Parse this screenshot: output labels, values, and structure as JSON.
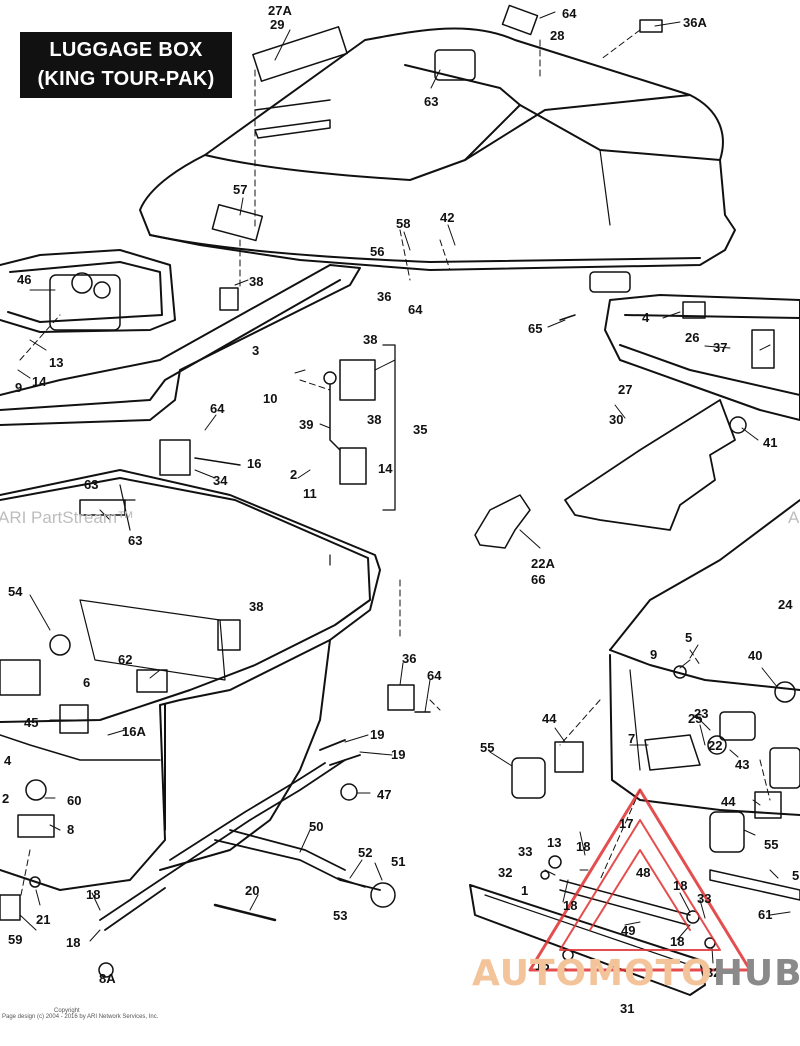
{
  "title": {
    "line1": "LUGGAGE BOX",
    "line2": "(KING TOUR-PAK)"
  },
  "watermarks": {
    "left": "ARI PartStream™",
    "right": "A"
  },
  "copyright": {
    "line1": "Copyright",
    "line2": "Page design (c) 2004 - 2016 by ARI Network Services, Inc."
  },
  "brand": {
    "part1": "AUTOMOTO",
    "part2": "HUB"
  },
  "colors": {
    "line": "#111111",
    "brand_orange": "#f3c39a",
    "brand_gray": "#8a8a8a",
    "logo_red": "#e03030"
  },
  "callouts": [
    {
      "id": "c27a",
      "text": "27A"
    },
    {
      "id": "c29",
      "text": "29"
    },
    {
      "id": "c64a",
      "text": "64"
    },
    {
      "id": "c28",
      "text": "28"
    },
    {
      "id": "c36a",
      "text": "36A"
    },
    {
      "id": "c63a",
      "text": "63"
    },
    {
      "id": "c57",
      "text": "57"
    },
    {
      "id": "c58",
      "text": "58"
    },
    {
      "id": "c42",
      "text": "42"
    },
    {
      "id": "c56",
      "text": "56"
    },
    {
      "id": "c46",
      "text": "46"
    },
    {
      "id": "c38a",
      "text": "38"
    },
    {
      "id": "c36b",
      "text": "36"
    },
    {
      "id": "c64b",
      "text": "64"
    },
    {
      "id": "c13a",
      "text": "13"
    },
    {
      "id": "c14a",
      "text": "14"
    },
    {
      "id": "c9a",
      "text": "9"
    },
    {
      "id": "c3",
      "text": "3"
    },
    {
      "id": "c10",
      "text": "10"
    },
    {
      "id": "c38b",
      "text": "38"
    },
    {
      "id": "c39",
      "text": "39"
    },
    {
      "id": "c38c",
      "text": "38"
    },
    {
      "id": "c35",
      "text": "35"
    },
    {
      "id": "c2a",
      "text": "2"
    },
    {
      "id": "c11",
      "text": "11"
    },
    {
      "id": "c14b",
      "text": "14"
    },
    {
      "id": "c64c",
      "text": "64"
    },
    {
      "id": "c16",
      "text": "16"
    },
    {
      "id": "c34",
      "text": "34"
    },
    {
      "id": "c65",
      "text": "65"
    },
    {
      "id": "c4a",
      "text": "4"
    },
    {
      "id": "c26",
      "text": "26"
    },
    {
      "id": "c37",
      "text": "37"
    },
    {
      "id": "c27",
      "text": "27"
    },
    {
      "id": "c30",
      "text": "30"
    },
    {
      "id": "c41",
      "text": "41"
    },
    {
      "id": "c63b",
      "text": "63"
    },
    {
      "id": "c63c",
      "text": "63"
    },
    {
      "id": "c22a",
      "text": "22A"
    },
    {
      "id": "c66",
      "text": "66"
    },
    {
      "id": "c24",
      "text": "24"
    },
    {
      "id": "c54",
      "text": "54"
    },
    {
      "id": "c38d",
      "text": "38"
    },
    {
      "id": "c62",
      "text": "62"
    },
    {
      "id": "c6",
      "text": "6"
    },
    {
      "id": "c45",
      "text": "45"
    },
    {
      "id": "c16a",
      "text": "16A"
    },
    {
      "id": "c36c",
      "text": "36"
    },
    {
      "id": "c64d",
      "text": "64"
    },
    {
      "id": "c19a",
      "text": "19"
    },
    {
      "id": "c19b",
      "text": "19"
    },
    {
      "id": "c47",
      "text": "47"
    },
    {
      "id": "c60",
      "text": "60"
    },
    {
      "id": "c8",
      "text": "8"
    },
    {
      "id": "c2b",
      "text": "2"
    },
    {
      "id": "c4b",
      "text": "4"
    },
    {
      "id": "c50",
      "text": "50"
    },
    {
      "id": "c52",
      "text": "52"
    },
    {
      "id": "c51",
      "text": "51"
    },
    {
      "id": "c53",
      "text": "53"
    },
    {
      "id": "c20",
      "text": "20"
    },
    {
      "id": "c18a",
      "text": "18"
    },
    {
      "id": "c18b",
      "text": "18"
    },
    {
      "id": "c21",
      "text": "21"
    },
    {
      "id": "c59",
      "text": "59"
    },
    {
      "id": "c8a",
      "text": "8A"
    },
    {
      "id": "c5a",
      "text": "5"
    },
    {
      "id": "c9b",
      "text": "9"
    },
    {
      "id": "c40",
      "text": "40"
    },
    {
      "id": "c44a",
      "text": "44"
    },
    {
      "id": "c55a",
      "text": "55"
    },
    {
      "id": "c25",
      "text": "25"
    },
    {
      "id": "c23",
      "text": "23"
    },
    {
      "id": "c7",
      "text": "7"
    },
    {
      "id": "c22",
      "text": "22"
    },
    {
      "id": "c43",
      "text": "43"
    },
    {
      "id": "c44b",
      "text": "44"
    },
    {
      "id": "c55b",
      "text": "55"
    },
    {
      "id": "c17",
      "text": "17"
    },
    {
      "id": "c13b",
      "text": "13"
    },
    {
      "id": "c18c",
      "text": "18"
    },
    {
      "id": "c33a",
      "text": "33"
    },
    {
      "id": "c48",
      "text": "48"
    },
    {
      "id": "c32a",
      "text": "32"
    },
    {
      "id": "c1",
      "text": "1"
    },
    {
      "id": "c18d",
      "text": "18"
    },
    {
      "id": "c18e",
      "text": "18"
    },
    {
      "id": "c33b",
      "text": "33"
    },
    {
      "id": "c49",
      "text": "49"
    },
    {
      "id": "c18f",
      "text": "18"
    },
    {
      "id": "c5b",
      "text": "5"
    },
    {
      "id": "c61",
      "text": "61"
    },
    {
      "id": "c15",
      "text": "15"
    },
    {
      "id": "c32b",
      "text": "32"
    },
    {
      "id": "c31",
      "text": "31"
    }
  ]
}
